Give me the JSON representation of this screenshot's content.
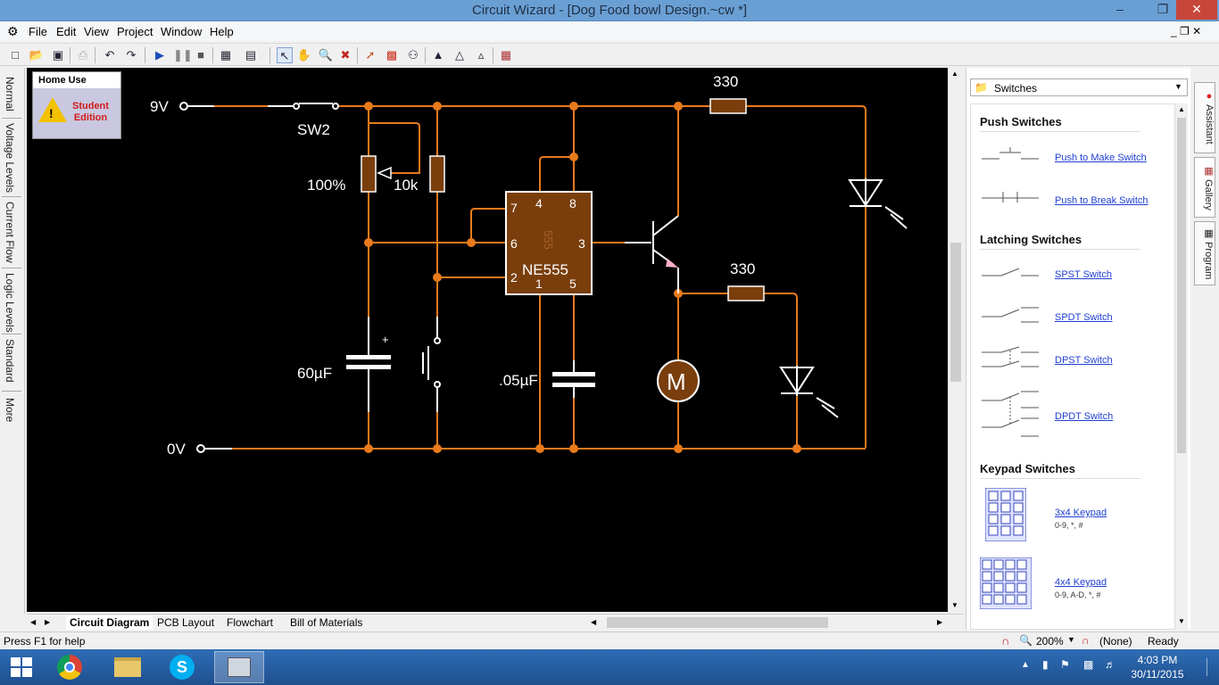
{
  "window": {
    "title": "Circuit Wizard - [Dog Food bowl Design.~cw *]"
  },
  "menu": [
    "File",
    "Edit",
    "View",
    "Project",
    "Window",
    "Help"
  ],
  "left_tabs": [
    "Normal",
    "Voltage Levels",
    "Current Flow",
    "Logic Levels",
    "Standard",
    "More"
  ],
  "badge": {
    "title": "Home Use",
    "text_line1": "Student",
    "text_line2": "Edition"
  },
  "circuit": {
    "v_supply": "9V",
    "v_ground": "0V",
    "switch": "SW2",
    "pot_setting": "100%",
    "resistor": "10k",
    "capacitor_1": "60µF",
    "capacitor_2": ".05µF",
    "resistor_top": "330",
    "resistor_mid": "330",
    "plus": "+",
    "ic_name": "NE555",
    "ic_code": "555",
    "pins": {
      "p7": "7",
      "p4": "4",
      "p8": "8",
      "p6": "6",
      "p3": "3",
      "p2": "2",
      "p1": "1",
      "p5": "5"
    },
    "motor": "M"
  },
  "bottom_tabs": [
    "Circuit Diagram",
    "PCB Layout",
    "Flowchart",
    "Bill of Materials"
  ],
  "gallery": {
    "category": "Switches",
    "sections": [
      {
        "title": "Push Switches",
        "items": [
          {
            "label": "Push to Make Switch"
          },
          {
            "label": "Push to Break Switch"
          }
        ]
      },
      {
        "title": "Latching Switches",
        "items": [
          {
            "label": "SPST Switch"
          },
          {
            "label": "SPDT Switch"
          },
          {
            "label": "DPST Switch"
          },
          {
            "label": "DPDT Switch"
          }
        ]
      },
      {
        "title": "Keypad Switches",
        "items": [
          {
            "label": "3x4 Keypad",
            "sub": "0-9, *, #"
          },
          {
            "label": "4x4 Keypad",
            "sub": "0-9, A-D, *, #"
          }
        ]
      }
    ]
  },
  "right_tabs": [
    "Assistant",
    "Gallery",
    "Program"
  ],
  "status": {
    "help": "Press F1 for help",
    "zoom": "200%",
    "probe": "(None)",
    "state": "Ready"
  },
  "clock": {
    "time": "4:03 PM",
    "date": "30/11/2015"
  },
  "colors": {
    "wire": "#e97a1b",
    "component": "#7a3e0c",
    "canvas": "#000000",
    "titlebar": "#6a9fd4",
    "link": "#1f3fd1"
  }
}
